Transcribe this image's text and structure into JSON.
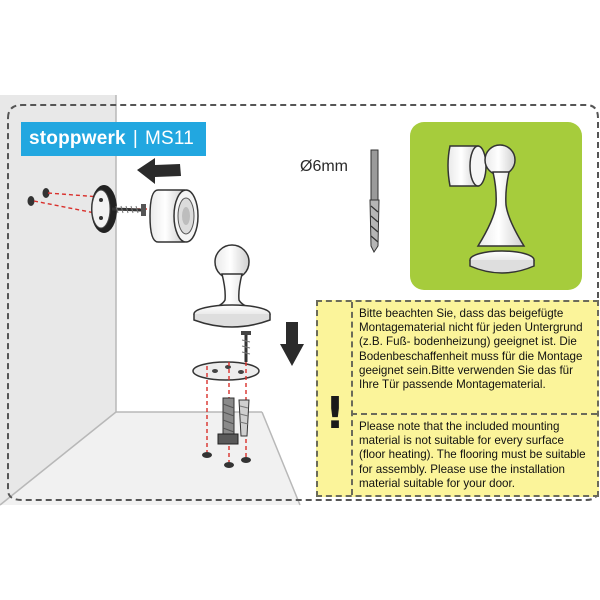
{
  "brand": {
    "name": "stoppwerk",
    "separator": "|",
    "model": "MS11",
    "color": "#22a7e0"
  },
  "drill": {
    "diameter_label": "Ø6mm"
  },
  "preview": {
    "background": "#a6cc3c"
  },
  "notice": {
    "icon": "exclamation-icon",
    "background": "#fbf49a",
    "german": "Bitte beachten Sie, dass das beigefügte Montagematerial nicht für jeden Untergrund (z.B. Fuß- bodenheizung) geeignet ist. Die Bodenbeschaffenheit muss für die Montage geeignet sein.Bitte verwenden Sie das für Ihre Tür passende Montagematerial.",
    "english": "Please note that the included mounting material is not suitable for every surface (floor heating). The flooring must be suitable for assembly. Please use the installation material suitable for your door."
  }
}
